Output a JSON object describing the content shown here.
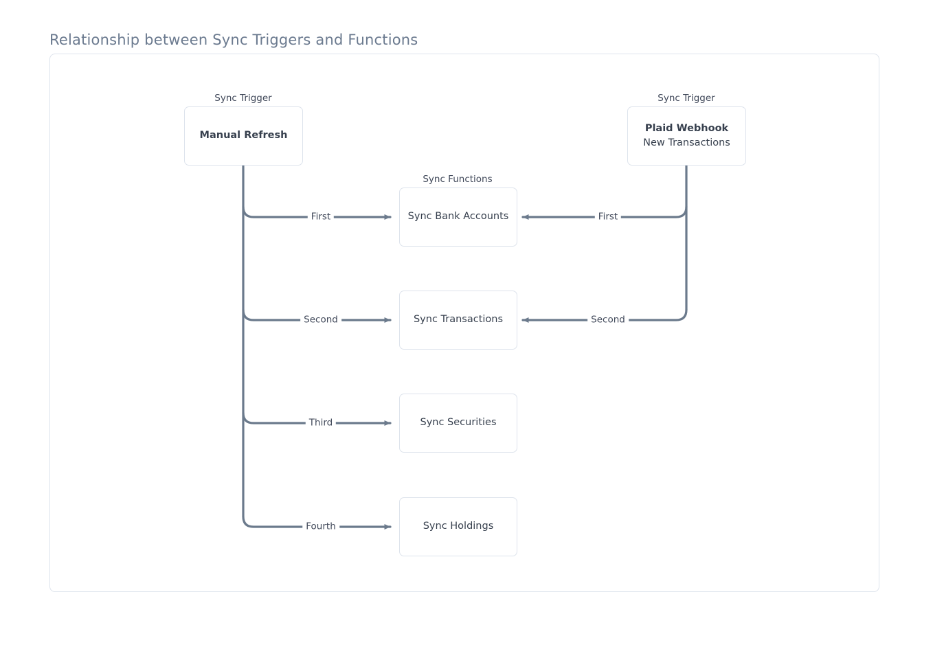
{
  "page": {
    "title": "Relationship between Sync Triggers and Functions"
  },
  "diagram": {
    "type": "flowchart",
    "groups": [
      {
        "id": "trigger-left",
        "label": "Sync Trigger"
      },
      {
        "id": "functions",
        "label": "Sync Functions"
      },
      {
        "id": "trigger-right",
        "label": "Sync Trigger"
      }
    ],
    "nodes": [
      {
        "id": "manual-refresh",
        "group": "trigger-left",
        "title": "Manual Refresh",
        "subtitle": ""
      },
      {
        "id": "plaid-webhook",
        "group": "trigger-right",
        "title": "Plaid Webhook",
        "subtitle": "New Transactions"
      },
      {
        "id": "sync-bank-accounts",
        "group": "functions",
        "title": "Sync Bank Accounts",
        "subtitle": ""
      },
      {
        "id": "sync-transactions",
        "group": "functions",
        "title": "Sync Transactions",
        "subtitle": ""
      },
      {
        "id": "sync-securities",
        "group": "functions",
        "title": "Sync Securities",
        "subtitle": ""
      },
      {
        "id": "sync-holdings",
        "group": "functions",
        "title": "Sync Holdings",
        "subtitle": ""
      }
    ],
    "edges": [
      {
        "id": "e1",
        "from": "manual-refresh",
        "to": "sync-bank-accounts",
        "label": "First",
        "direction": "right"
      },
      {
        "id": "e2",
        "from": "manual-refresh",
        "to": "sync-transactions",
        "label": "Second",
        "direction": "right"
      },
      {
        "id": "e3",
        "from": "manual-refresh",
        "to": "sync-securities",
        "label": "Third",
        "direction": "right"
      },
      {
        "id": "e4",
        "from": "manual-refresh",
        "to": "sync-holdings",
        "label": "Fourth",
        "direction": "right"
      },
      {
        "id": "e5",
        "from": "plaid-webhook",
        "to": "sync-bank-accounts",
        "label": "First",
        "direction": "left"
      },
      {
        "id": "e6",
        "from": "plaid-webhook",
        "to": "sync-transactions",
        "label": "Second",
        "direction": "left"
      }
    ],
    "colors": {
      "title": "#6b7a8f",
      "node_border": "#dde3ec",
      "node_text": "#37404e",
      "edge_line": "#6b7a8c",
      "label_text": "#41495a",
      "background": "#ffffff"
    }
  }
}
